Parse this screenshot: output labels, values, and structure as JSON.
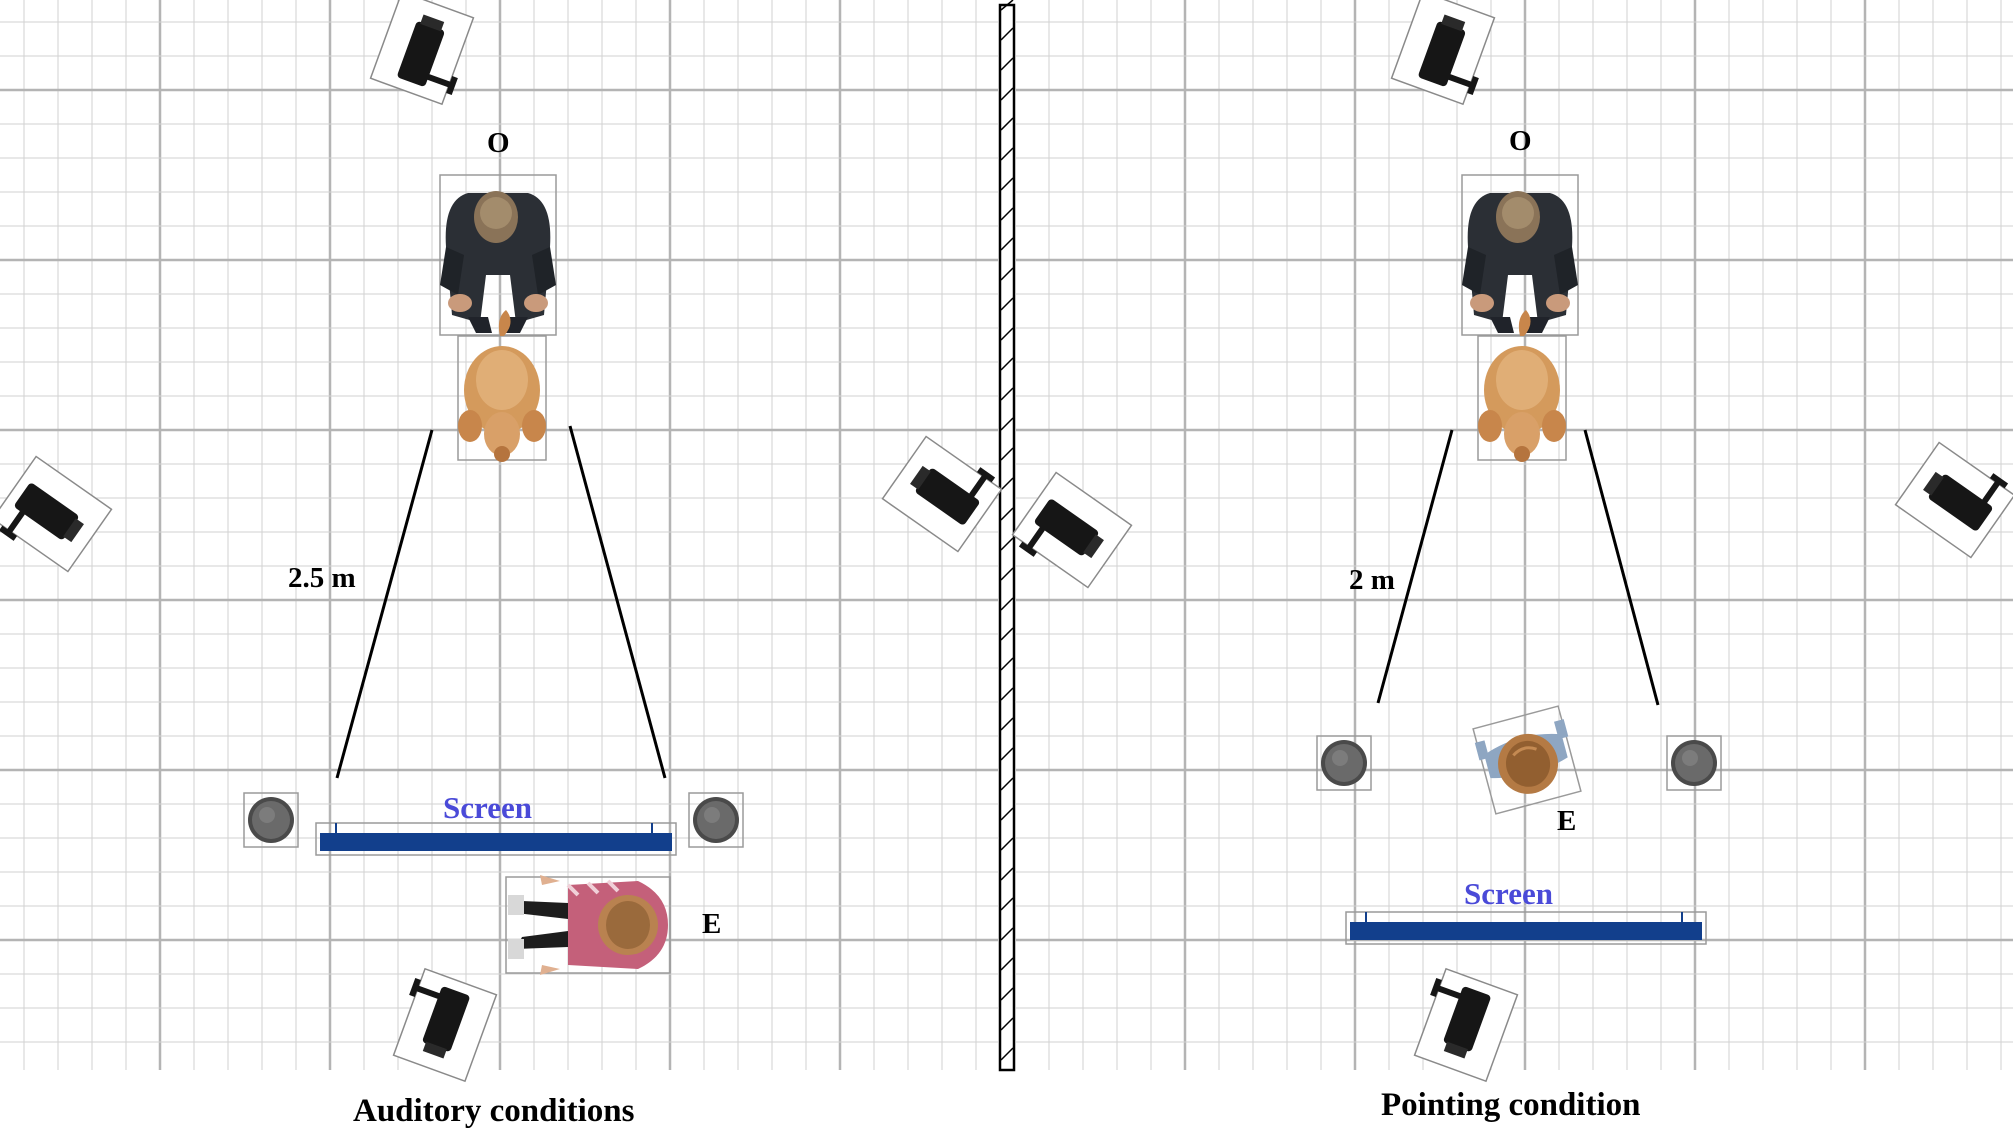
{
  "panels": [
    {
      "caption": "Auditory conditions",
      "owner_label": "O",
      "experimenter_label": "E",
      "distance_label": "2.5 m",
      "screen_label": "Screen"
    },
    {
      "caption": "Pointing condition",
      "owner_label": "O",
      "experimenter_label": "E",
      "distance_label": "2 m",
      "screen_label": "Screen"
    }
  ],
  "icons": {
    "camera": "camera-icon",
    "speaker": "speaker-icon",
    "owner": "person-kneeling-icon",
    "dog": "dog-icon",
    "experimenter": "person-sitting-icon",
    "screen": "screen-bar-icon"
  },
  "colors": {
    "grid_major": "#b4b4b4",
    "grid_minor": "#d2d2d2",
    "screen_bar": "#123f8c",
    "screen_label": "#4a4ad8",
    "speaker": "#606060",
    "dog": "#d49a5c",
    "owner_jacket": "#2b2f35",
    "experimenter_shirt": "#c4607a"
  }
}
